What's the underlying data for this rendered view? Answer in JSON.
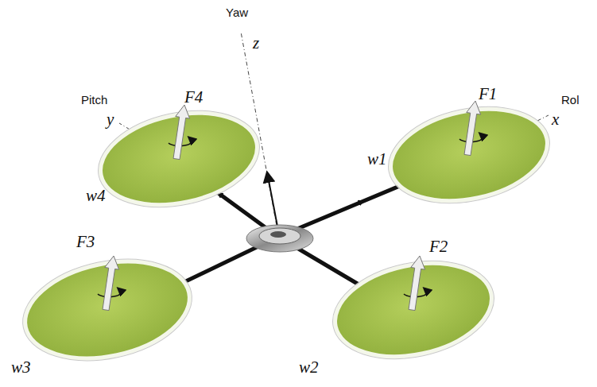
{
  "diagram": {
    "labels": [
      "Yaw",
      "z",
      "Pitch",
      "y",
      "F4",
      "F1",
      "Rol",
      "x",
      "w4",
      "w1",
      "F3",
      "F2",
      "w3",
      "w2"
    ]
  }
}
